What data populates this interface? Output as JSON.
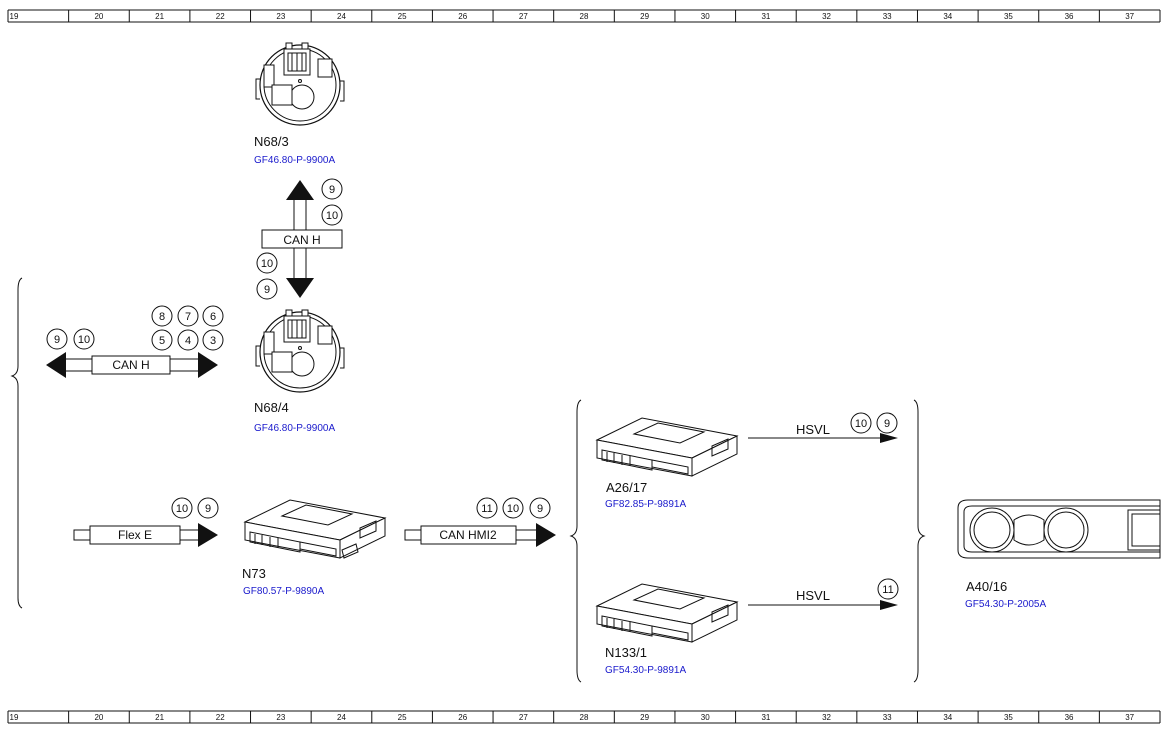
{
  "ruler": {
    "numbers": [
      "19",
      "20",
      "21",
      "22",
      "23",
      "24",
      "25",
      "26",
      "27",
      "28",
      "29",
      "30",
      "31",
      "32",
      "33",
      "34",
      "35",
      "36",
      "37"
    ]
  },
  "components": {
    "n68_3": {
      "label": "N68/3",
      "ref": "GF46.80-P-9900A"
    },
    "n68_4": {
      "label": "N68/4",
      "ref": "GF46.80-P-9900A"
    },
    "n73": {
      "label": "N73",
      "ref": "GF80.57-P-9890A"
    },
    "a26_17": {
      "label": "A26/17",
      "ref": "GF82.85-P-9891A"
    },
    "n133_1": {
      "label": "N133/1",
      "ref": "GF54.30-P-9891A"
    },
    "a40_16": {
      "label": "A40/16",
      "ref": "GF54.30-P-2005A"
    }
  },
  "buses": {
    "can_h_vertical": {
      "label": "CAN H",
      "up_nums": [
        "9",
        "10"
      ],
      "down_nums": [
        "10",
        "9"
      ]
    },
    "can_h_left": {
      "label": "CAN H",
      "left_nums": [
        "9",
        "10"
      ],
      "right_nums_top": [
        "8",
        "7",
        "6"
      ],
      "right_nums_bottom": [
        "5",
        "4",
        "3"
      ]
    },
    "flex_e": {
      "label": "Flex E",
      "nums": [
        "10",
        "9"
      ]
    },
    "can_hmi2": {
      "label": "CAN HMI2",
      "nums": [
        "11",
        "10",
        "9"
      ]
    },
    "hsvl_a26": {
      "label": "HSVL",
      "nums": [
        "10",
        "9"
      ]
    },
    "hsvl_n133": {
      "label": "HSVL",
      "nums": [
        "11"
      ]
    }
  }
}
